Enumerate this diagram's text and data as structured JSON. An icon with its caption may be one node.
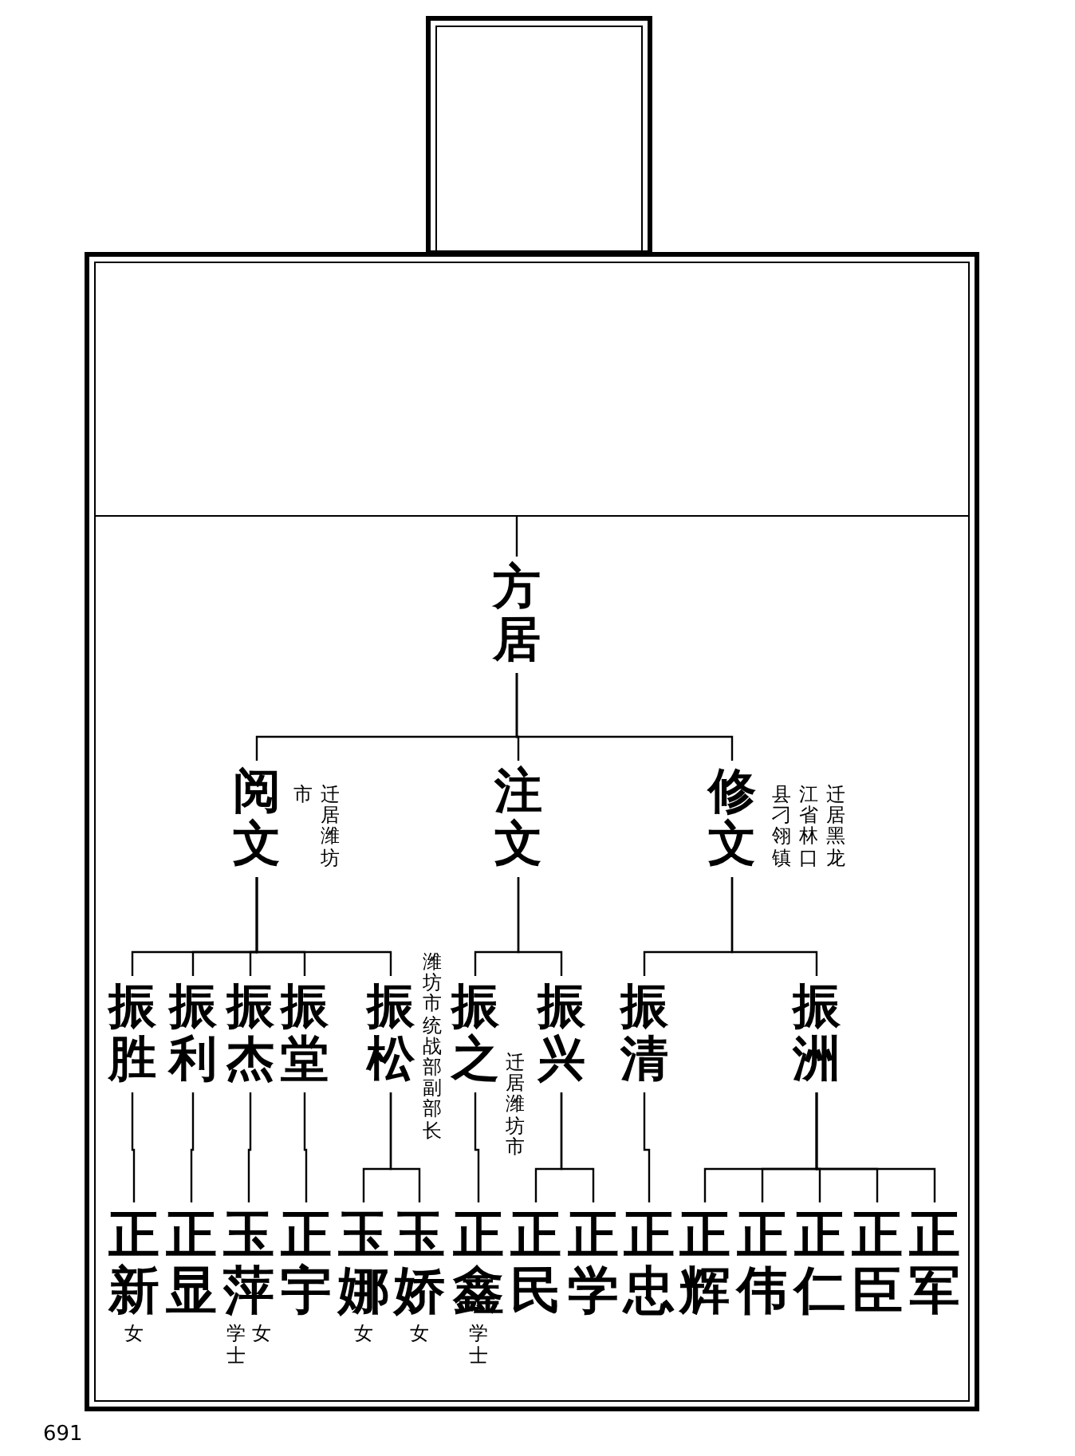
{
  "diagram": {
    "nodes": [
      {
        "text": [],
        "shape": "box"
      },
      {
        "text": [],
        "shape": "box"
      },
      {
        "text": [],
        "shape": "box",
        "in": 1
      },
      {
        "text": [
          "方居"
        ],
        "in": 1
      },
      {
        "text": [
          "阅文"
        ],
        "in": 1,
        "beside": [
          "迁居潍坊市"
        ]
      },
      {
        "text": [
          "注文"
        ],
        "in": 1
      },
      {
        "text": [
          "修文"
        ],
        "in": 1,
        "beside": [
          "迁居黑龙江省林口县刁翎镇"
        ]
      },
      {
        "text": [
          "振胜"
        ],
        "in": 1
      },
      {
        "text": [
          "振利"
        ],
        "in": 1
      },
      {
        "text": [
          "振杰"
        ],
        "in": 1
      },
      {
        "text": [
          "振堂"
        ],
        "in": 1
      },
      {
        "text": [
          "振松"
        ],
        "in": 1,
        "beside": [
          "潍坊市统战部副部长"
        ]
      },
      {
        "text": [
          "振之"
        ],
        "in": 1,
        "beside": [
          "迁居潍坊市"
        ]
      },
      {
        "text": [
          "振兴"
        ],
        "in": 1
      },
      {
        "text": [
          "振清"
        ],
        "in": 1
      },
      {
        "text": [
          "振洲"
        ],
        "in": 1
      },
      {
        "text": [
          "正新"
        ],
        "in": 1,
        "beside": [
          "女"
        ]
      },
      {
        "text": [
          "正显"
        ],
        "in": 1
      },
      {
        "text": [
          "玉萍"
        ],
        "in": 1,
        "beside": [
          "学士",
          "女"
        ]
      },
      {
        "text": [
          "正宇"
        ],
        "in": 1
      },
      {
        "text": [
          "玉娜"
        ],
        "in": 1,
        "beside": [
          "女"
        ]
      },
      {
        "text": [
          "玉娇"
        ],
        "in": 1,
        "beside": [
          "女"
        ]
      },
      {
        "text": [
          "正鑫"
        ],
        "in": 1,
        "beside": [
          "学士"
        ]
      },
      {
        "text": [
          "正民"
        ],
        "in": 1
      },
      {
        "text": [
          "正学"
        ],
        "in": 1
      },
      {
        "text": [
          "正忠"
        ],
        "in": 1
      },
      {
        "text": [
          "正辉"
        ],
        "in": 1
      },
      {
        "text": [
          "正伟"
        ],
        "in": 1
      },
      {
        "text": [
          "正仁"
        ],
        "in": 1
      },
      {
        "text": [
          "正臣"
        ],
        "in": 1
      },
      {
        "text": [
          "正军"
        ],
        "in": 1
      }
    ],
    "edges": [
      {
        "from": 2,
        "to": 3,
        "arrow": "none"
      },
      {
        "from": 3,
        "to": 4,
        "arrow": "none"
      },
      {
        "from": 3,
        "to": 5,
        "arrow": "none"
      },
      {
        "from": 3,
        "to": 6,
        "arrow": "none"
      },
      {
        "from": 4,
        "to": 7,
        "arrow": "none"
      },
      {
        "from": 4,
        "to": 8,
        "arrow": "none"
      },
      {
        "from": 4,
        "to": 9,
        "arrow": "none"
      },
      {
        "from": 4,
        "to": 10,
        "arrow": "none"
      },
      {
        "from": 4,
        "to": 11,
        "arrow": "none"
      },
      {
        "from": 5,
        "to": 12,
        "arrow": "none"
      },
      {
        "from": 5,
        "to": 13,
        "arrow": "none"
      },
      {
        "from": 6,
        "to": 14,
        "arrow": "none"
      },
      {
        "from": 6,
        "to": 15,
        "arrow": "none"
      },
      {
        "from": 7,
        "to": 16,
        "arrow": "none"
      },
      {
        "from": 8,
        "to": 17,
        "arrow": "none"
      },
      {
        "from": 9,
        "to": 18,
        "arrow": "none"
      },
      {
        "from": 10,
        "to": 19,
        "arrow": "none"
      },
      {
        "from": 11,
        "to": 20,
        "arrow": "none"
      },
      {
        "from": 11,
        "to": 21,
        "arrow": "none"
      },
      {
        "from": 12,
        "to": 22,
        "arrow": "none"
      },
      {
        "from": 13,
        "to": 23,
        "arrow": "none"
      },
      {
        "from": 13,
        "to": 24,
        "arrow": "none"
      },
      {
        "from": 14,
        "to": 25,
        "arrow": "none"
      },
      {
        "from": 15,
        "to": 26,
        "arrow": "none"
      },
      {
        "from": 15,
        "to": 27,
        "arrow": "none"
      },
      {
        "from": 15,
        "to": 28,
        "arrow": "none"
      },
      {
        "from": 15,
        "to": 29,
        "arrow": "none"
      },
      {
        "from": 15,
        "to": 30,
        "arrow": "none"
      }
    ],
    "labels": [
      "691"
    ]
  }
}
